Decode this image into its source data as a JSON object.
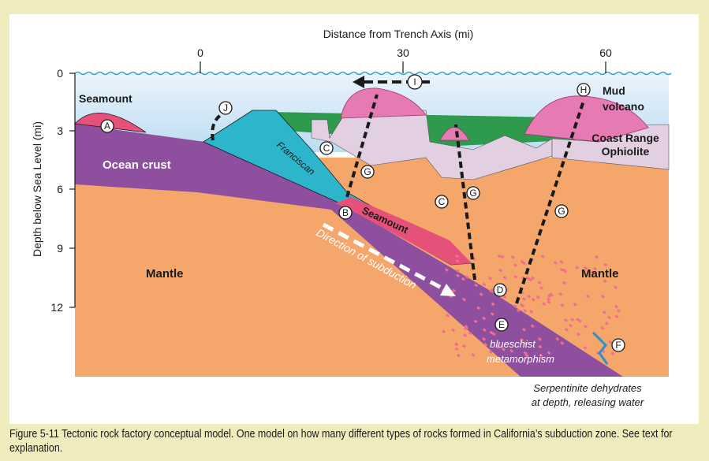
{
  "figure": {
    "x_axis_title": "Distance from Trench Axis (mi)",
    "x_ticks": [
      "0",
      "30",
      "60"
    ],
    "y_axis_title": "Depth below Sea Level (mi)",
    "y_ticks": [
      "0",
      "3",
      "6",
      "9",
      "12"
    ],
    "labels": {
      "seamount_top": "Seamount",
      "ocean_crust": "Ocean crust",
      "franciscan": "Franciscan",
      "seamount_slab": "Seamount",
      "direction": "Direction of subduction",
      "mantle_left": "Mantle",
      "mantle_right": "Mantle",
      "mud_volcano_1": "Mud",
      "mud_volcano_2": "volcano",
      "ophiolite_1": "Coast Range",
      "ophiolite_2": "Ophiolite",
      "blueschist_1": "blueschist",
      "blueschist_2": "metamorphism",
      "serpentinite_1": "Serpentinite dehydrates",
      "serpentinite_2": "at depth, releasing water"
    },
    "markers": [
      "A",
      "B",
      "C",
      "C",
      "D",
      "E",
      "F",
      "G",
      "G",
      "G",
      "H",
      "I",
      "J"
    ],
    "colors": {
      "ocean": "#cfe6f6",
      "crust": "#8e4f9f",
      "mantle": "#f4a66b",
      "seamount": "#e6517a",
      "franciscan": "#2db6cb",
      "sediment": "#2e9a4d",
      "ophiolite": "#e2d0e2",
      "mud": "#e57bb2"
    }
  },
  "caption": "Figure 5-11 Tectonic rock factory conceptual model. One model on how many different types of rocks formed in California’s subduction zone. See text for explanation."
}
